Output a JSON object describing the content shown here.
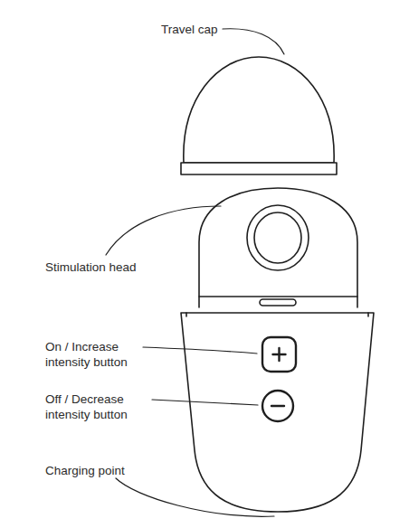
{
  "diagram": {
    "labels": [
      "Travel cap",
      "Stimulation head",
      "On / Increase intensity button",
      "Off / Decrease intensity button",
      "Charging point"
    ]
  }
}
